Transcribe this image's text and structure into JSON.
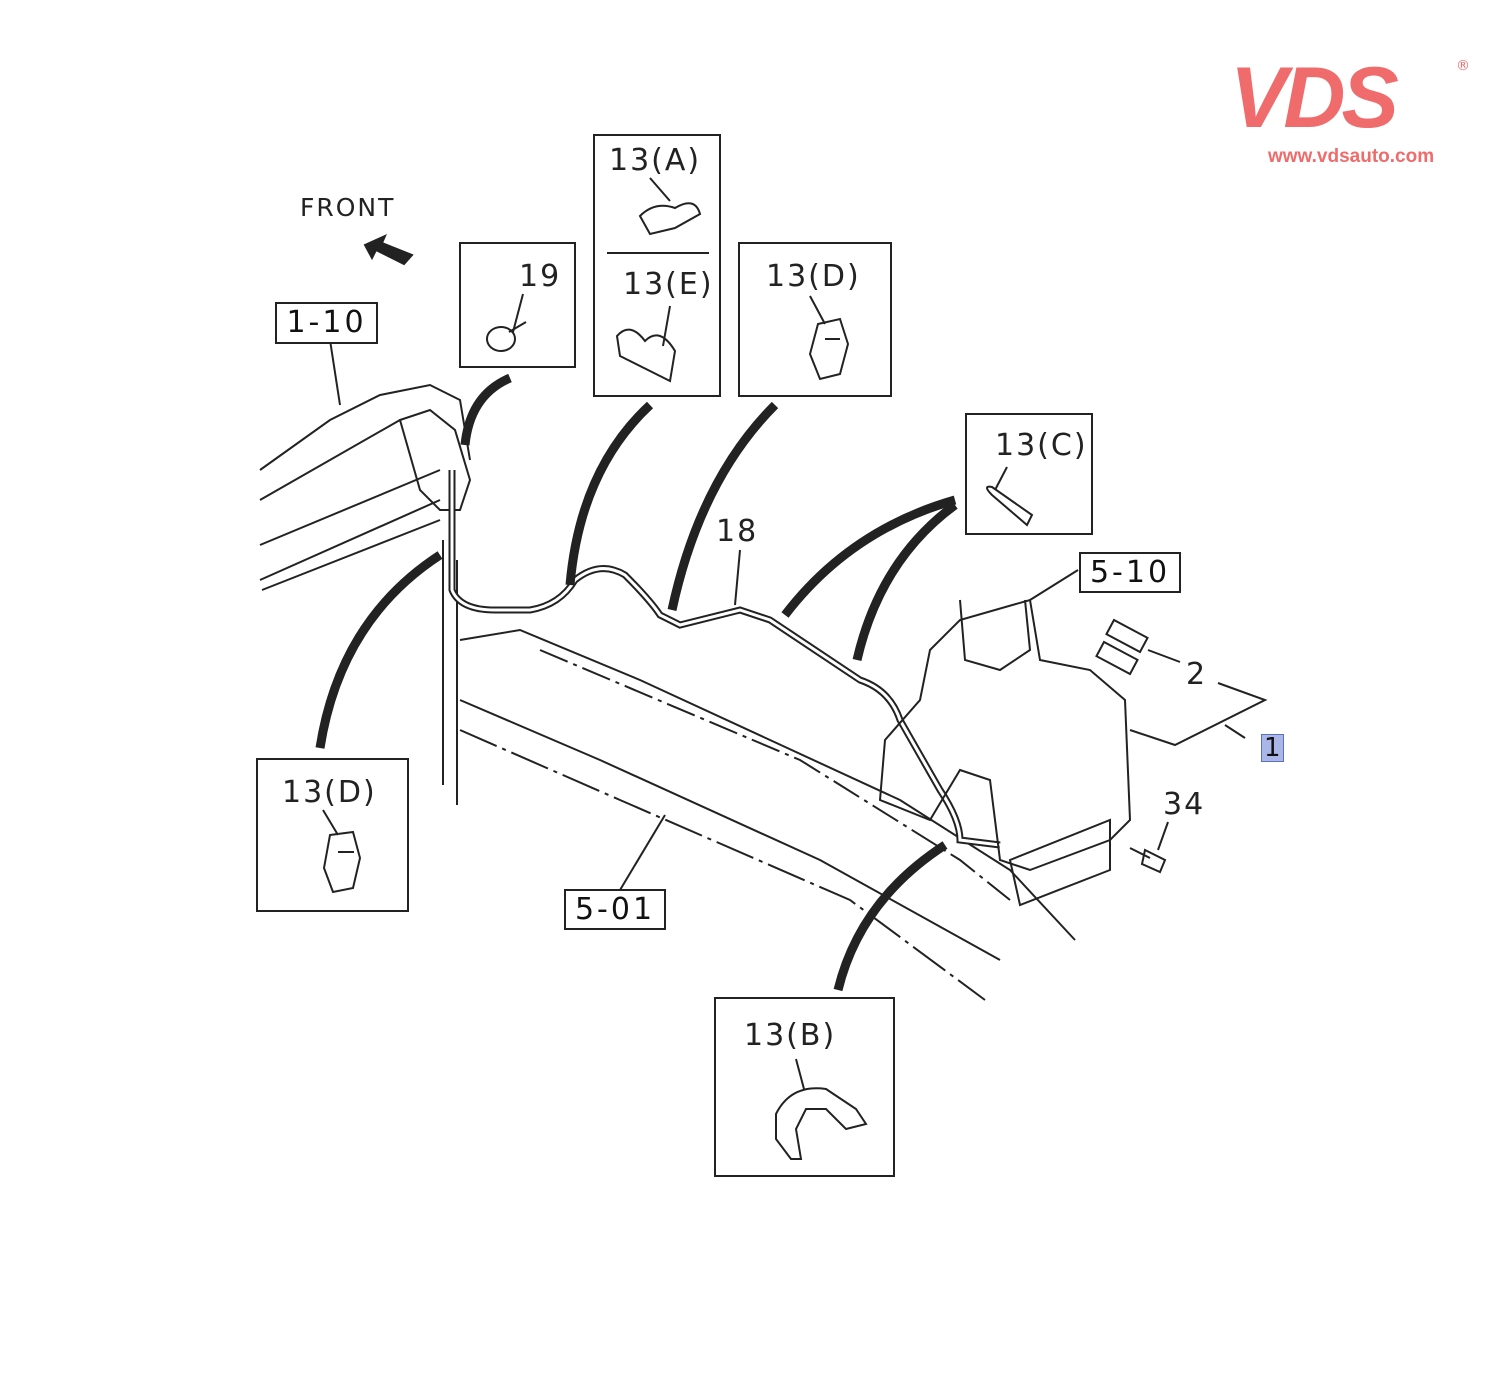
{
  "logo": {
    "brand": "VDS",
    "registered": "®",
    "url": "www.vdsauto.com",
    "color": "#f06b6b"
  },
  "diagram": {
    "direction_label": "FRONT",
    "callouts": {
      "ref_1_10": "1-10",
      "ref_19": "19",
      "ref_13a": "13(A)",
      "ref_13e": "13(E)",
      "ref_13d_top": "13(D)",
      "ref_13c": "13(C)",
      "ref_5_10": "5-10",
      "ref_18": "18",
      "ref_2": "2",
      "ref_1": "1",
      "ref_34": "34",
      "ref_5_01": "5-01",
      "ref_13d_bottom": "13(D)",
      "ref_13b": "13(B)"
    }
  }
}
